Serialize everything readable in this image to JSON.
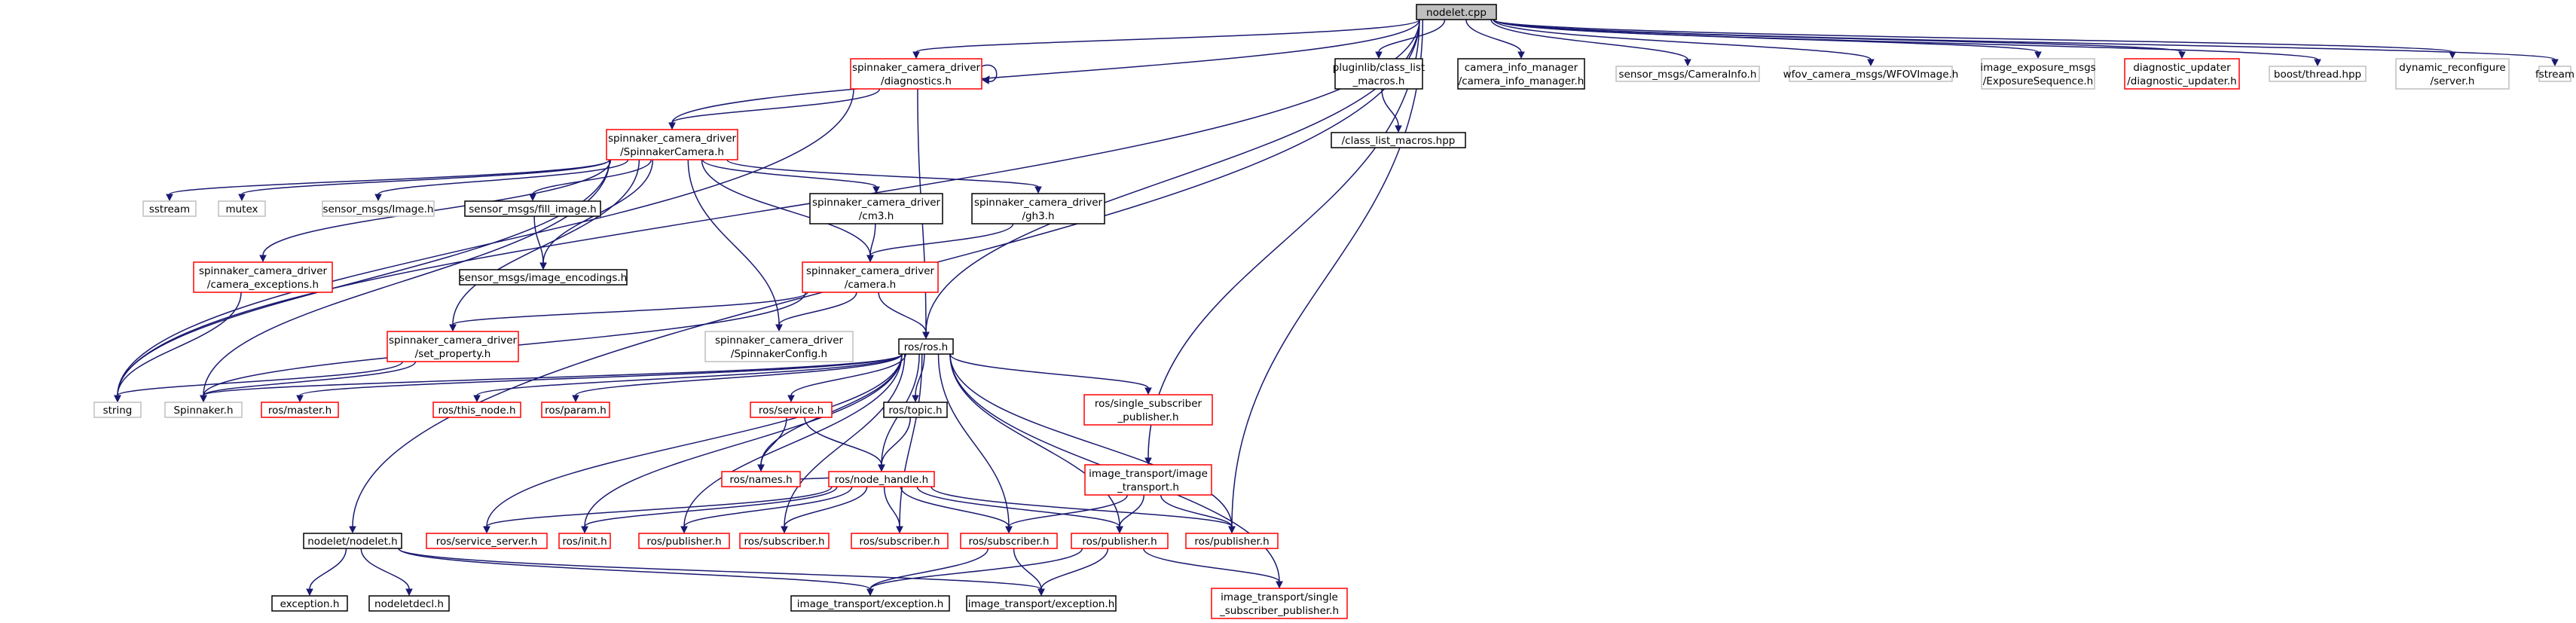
{
  "colors": {
    "edge": "#191970",
    "border_documented": "#000000",
    "border_undocumented": "#ff0000",
    "border_system": "#bfbfbf",
    "root_fill": "#bfbfbf",
    "node_fill": "#ffffff"
  },
  "nodes": [
    {
      "id": "n_nodelet_cpp",
      "lines": [
        "nodelet.cpp"
      ],
      "kind": "root"
    },
    {
      "id": "n_diag",
      "lines": [
        "spinnaker_camera_driver",
        "/diagnostics.h"
      ],
      "kind": "red"
    },
    {
      "id": "n_spincam",
      "lines": [
        "spinnaker_camera_driver",
        "/SpinnakerCamera.h"
      ],
      "kind": "red"
    },
    {
      "id": "n_pluginlib",
      "lines": [
        "pluginlib/class_list",
        "_macros.h"
      ],
      "kind": "black"
    },
    {
      "id": "n_cim",
      "lines": [
        "camera_info_manager",
        "/camera_info_manager.h"
      ],
      "kind": "black"
    },
    {
      "id": "n_caminfo",
      "lines": [
        "sensor_msgs/CameraInfo.h"
      ],
      "kind": "gray"
    },
    {
      "id": "n_wfov",
      "lines": [
        "wfov_camera_msgs/WFOVImage.h"
      ],
      "kind": "gray"
    },
    {
      "id": "n_expo",
      "lines": [
        "image_exposure_msgs",
        "/ExposureSequence.h"
      ],
      "kind": "gray"
    },
    {
      "id": "n_diagupd",
      "lines": [
        "diagnostic_updater",
        "/diagnostic_updater.h"
      ],
      "kind": "red"
    },
    {
      "id": "n_thread",
      "lines": [
        "boost/thread.hpp"
      ],
      "kind": "gray"
    },
    {
      "id": "n_dynrec",
      "lines": [
        "dynamic_reconfigure",
        "/server.h"
      ],
      "kind": "gray"
    },
    {
      "id": "n_fstream",
      "lines": [
        "fstream"
      ],
      "kind": "gray"
    },
    {
      "id": "n_clmhpp",
      "lines": [
        "/class_list_macros.hpp"
      ],
      "kind": "black"
    },
    {
      "id": "n_sstream",
      "lines": [
        "sstream"
      ],
      "kind": "gray"
    },
    {
      "id": "n_mutex",
      "lines": [
        "mutex"
      ],
      "kind": "gray"
    },
    {
      "id": "n_smimage",
      "lines": [
        "sensor_msgs/Image.h"
      ],
      "kind": "gray"
    },
    {
      "id": "n_fillimg",
      "lines": [
        "sensor_msgs/fill_image.h"
      ],
      "kind": "black"
    },
    {
      "id": "n_cm3",
      "lines": [
        "spinnaker_camera_driver",
        "/cm3.h"
      ],
      "kind": "black"
    },
    {
      "id": "n_gh3",
      "lines": [
        "spinnaker_camera_driver",
        "/gh3.h"
      ],
      "kind": "black"
    },
    {
      "id": "n_camexc",
      "lines": [
        "spinnaker_camera_driver",
        "/camera_exceptions.h"
      ],
      "kind": "red"
    },
    {
      "id": "n_imgenc",
      "lines": [
        "sensor_msgs/image_encodings.h"
      ],
      "kind": "black"
    },
    {
      "id": "n_camera",
      "lines": [
        "spinnaker_camera_driver",
        "/camera.h"
      ],
      "kind": "red"
    },
    {
      "id": "n_setprop",
      "lines": [
        "spinnaker_camera_driver",
        "/set_property.h"
      ],
      "kind": "red"
    },
    {
      "id": "n_spinconf",
      "lines": [
        "spinnaker_camera_driver",
        "/SpinnakerConfig.h"
      ],
      "kind": "gray"
    },
    {
      "id": "n_rosh",
      "lines": [
        "ros/ros.h"
      ],
      "kind": "black"
    },
    {
      "id": "n_string",
      "lines": [
        "string"
      ],
      "kind": "gray"
    },
    {
      "id": "n_spinnaker",
      "lines": [
        "Spinnaker.h"
      ],
      "kind": "gray"
    },
    {
      "id": "n_master",
      "lines": [
        "ros/master.h"
      ],
      "kind": "red"
    },
    {
      "id": "n_thisnode",
      "lines": [
        "ros/this_node.h"
      ],
      "kind": "red"
    },
    {
      "id": "n_param",
      "lines": [
        "ros/param.h"
      ],
      "kind": "red"
    },
    {
      "id": "n_service",
      "lines": [
        "ros/service.h"
      ],
      "kind": "red"
    },
    {
      "id": "n_topic",
      "lines": [
        "ros/topic.h"
      ],
      "kind": "black"
    },
    {
      "id": "n_singlesub",
      "lines": [
        "ros/single_subscriber",
        "_publisher.h"
      ],
      "kind": "red"
    },
    {
      "id": "n_names",
      "lines": [
        "ros/names.h"
      ],
      "kind": "red"
    },
    {
      "id": "n_nodehandle",
      "lines": [
        "ros/node_handle.h"
      ],
      "kind": "red"
    },
    {
      "id": "n_ittrans",
      "lines": [
        "image_transport/image",
        "_transport.h"
      ],
      "kind": "red"
    },
    {
      "id": "n_nodeleth",
      "lines": [
        "nodelet/nodelet.h"
      ],
      "kind": "black"
    },
    {
      "id": "n_srvserver",
      "lines": [
        "ros/service_server.h"
      ],
      "kind": "red"
    },
    {
      "id": "n_init",
      "lines": [
        "ros/init.h"
      ],
      "kind": "red"
    },
    {
      "id": "n_pub1",
      "lines": [
        "ros/publisher.h"
      ],
      "kind": "red"
    },
    {
      "id": "n_sub1",
      "lines": [
        "ros/subscriber.h"
      ],
      "kind": "red"
    },
    {
      "id": "n_sub2",
      "lines": [
        "ros/subscriber.h"
      ],
      "kind": "red"
    },
    {
      "id": "n_sub3",
      "lines": [
        "ros/subscriber.h"
      ],
      "kind": "red"
    },
    {
      "id": "n_pub2",
      "lines": [
        "ros/publisher.h"
      ],
      "kind": "red"
    },
    {
      "id": "n_pub3",
      "lines": [
        "ros/publisher.h"
      ],
      "kind": "red"
    },
    {
      "id": "n_excepth",
      "lines": [
        "exception.h"
      ],
      "kind": "black"
    },
    {
      "id": "n_nodeletdecl",
      "lines": [
        "nodeletdecl.h"
      ],
      "kind": "black"
    },
    {
      "id": "n_itexc1",
      "lines": [
        "image_transport/exception.h"
      ],
      "kind": "black"
    },
    {
      "id": "n_itexc2",
      "lines": [
        "image_transport/exception.h"
      ],
      "kind": "black"
    },
    {
      "id": "n_itsingle",
      "lines": [
        "image_transport/single",
        "_subscriber_publisher.h"
      ],
      "kind": "red"
    }
  ],
  "edges": [
    [
      "n_nodelet_cpp",
      "n_diag"
    ],
    [
      "n_nodelet_cpp",
      "n_spincam"
    ],
    [
      "n_nodelet_cpp",
      "n_pluginlib"
    ],
    [
      "n_nodelet_cpp",
      "n_cim"
    ],
    [
      "n_nodelet_cpp",
      "n_caminfo"
    ],
    [
      "n_nodelet_cpp",
      "n_wfov"
    ],
    [
      "n_nodelet_cpp",
      "n_expo"
    ],
    [
      "n_nodelet_cpp",
      "n_diagupd"
    ],
    [
      "n_nodelet_cpp",
      "n_thread"
    ],
    [
      "n_nodelet_cpp",
      "n_dynrec"
    ],
    [
      "n_nodelet_cpp",
      "n_fstream"
    ],
    [
      "n_nodelet_cpp",
      "n_string"
    ],
    [
      "n_nodelet_cpp",
      "n_nodeleth"
    ],
    [
      "n_nodelet_cpp",
      "n_rosh"
    ],
    [
      "n_nodelet_cpp",
      "n_ittrans"
    ],
    [
      "n_nodelet_cpp",
      "n_pub3"
    ],
    [
      "n_pluginlib",
      "n_clmhpp"
    ],
    [
      "n_diag",
      "n_diag"
    ],
    [
      "n_diag",
      "n_spincam"
    ],
    [
      "n_diag",
      "n_rosh"
    ],
    [
      "n_diag",
      "n_string"
    ],
    [
      "n_spincam",
      "n_sstream"
    ],
    [
      "n_spincam",
      "n_mutex"
    ],
    [
      "n_spincam",
      "n_smimage"
    ],
    [
      "n_spincam",
      "n_fillimg"
    ],
    [
      "n_spincam",
      "n_cm3"
    ],
    [
      "n_spincam",
      "n_gh3"
    ],
    [
      "n_spincam",
      "n_camexc"
    ],
    [
      "n_spincam",
      "n_imgenc"
    ],
    [
      "n_spincam",
      "n_camera"
    ],
    [
      "n_spincam",
      "n_setprop"
    ],
    [
      "n_spincam",
      "n_spinconf"
    ],
    [
      "n_spincam",
      "n_string"
    ],
    [
      "n_spincam",
      "n_spinnaker"
    ],
    [
      "n_fillimg",
      "n_imgenc"
    ],
    [
      "n_cm3",
      "n_camera"
    ],
    [
      "n_gh3",
      "n_camera"
    ],
    [
      "n_camexc",
      "n_string"
    ],
    [
      "n_camera",
      "n_setprop"
    ],
    [
      "n_camera",
      "n_spinconf"
    ],
    [
      "n_camera",
      "n_rosh"
    ],
    [
      "n_camera",
      "n_spinnaker"
    ],
    [
      "n_setprop",
      "n_string"
    ],
    [
      "n_setprop",
      "n_spinnaker"
    ],
    [
      "n_rosh",
      "n_spinnaker"
    ],
    [
      "n_rosh",
      "n_master"
    ],
    [
      "n_rosh",
      "n_thisnode"
    ],
    [
      "n_rosh",
      "n_param"
    ],
    [
      "n_rosh",
      "n_service"
    ],
    [
      "n_rosh",
      "n_topic"
    ],
    [
      "n_rosh",
      "n_singlesub"
    ],
    [
      "n_rosh",
      "n_names"
    ],
    [
      "n_rosh",
      "n_nodehandle"
    ],
    [
      "n_rosh",
      "n_srvserver"
    ],
    [
      "n_rosh",
      "n_init"
    ],
    [
      "n_rosh",
      "n_pub1"
    ],
    [
      "n_rosh",
      "n_sub1"
    ],
    [
      "n_rosh",
      "n_sub2"
    ],
    [
      "n_rosh",
      "n_sub3"
    ],
    [
      "n_rosh",
      "n_pub2"
    ],
    [
      "n_rosh",
      "n_pub3"
    ],
    [
      "n_rosh",
      "n_itsingle"
    ],
    [
      "n_service",
      "n_names"
    ],
    [
      "n_service",
      "n_nodehandle"
    ],
    [
      "n_topic",
      "n_nodehandle"
    ],
    [
      "n_nodehandle",
      "n_names"
    ],
    [
      "n_nodehandle",
      "n_srvserver"
    ],
    [
      "n_nodehandle",
      "n_init"
    ],
    [
      "n_nodehandle",
      "n_pub1"
    ],
    [
      "n_nodehandle",
      "n_sub1"
    ],
    [
      "n_nodehandle",
      "n_sub2"
    ],
    [
      "n_nodehandle",
      "n_sub3"
    ],
    [
      "n_nodehandle",
      "n_pub2"
    ],
    [
      "n_nodehandle",
      "n_pub3"
    ],
    [
      "n_ittrans",
      "n_sub3"
    ],
    [
      "n_ittrans",
      "n_pub2"
    ],
    [
      "n_ittrans",
      "n_pub3"
    ],
    [
      "n_sub3",
      "n_itexc1"
    ],
    [
      "n_sub3",
      "n_itexc2"
    ],
    [
      "n_pub2",
      "n_itexc1"
    ],
    [
      "n_pub2",
      "n_itexc2"
    ],
    [
      "n_pub2",
      "n_itsingle"
    ],
    [
      "n_nodeleth",
      "n_excepth"
    ],
    [
      "n_nodeleth",
      "n_nodeletdecl"
    ],
    [
      "n_nodeleth",
      "n_itexc1"
    ],
    [
      "n_nodeleth",
      "n_itexc2"
    ]
  ]
}
